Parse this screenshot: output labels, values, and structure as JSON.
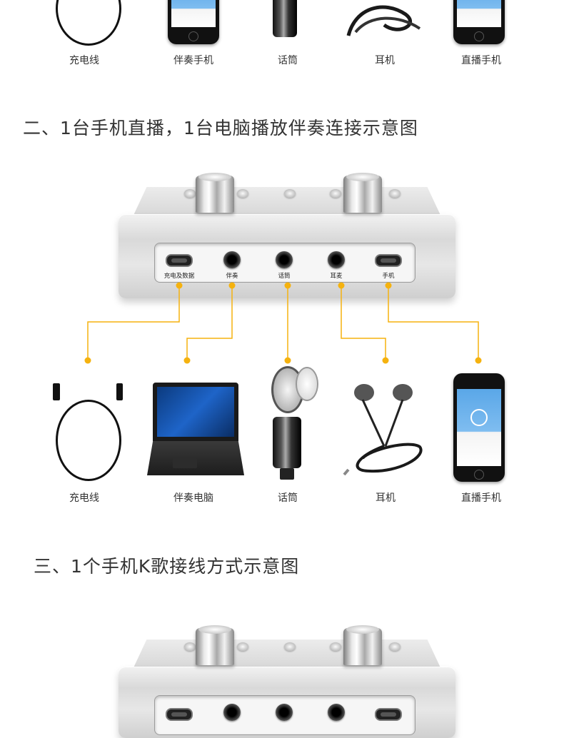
{
  "section1": {
    "items": [
      {
        "label": "充电线"
      },
      {
        "label": "伴奏手机"
      },
      {
        "label": "话筒"
      },
      {
        "label": "耳机"
      },
      {
        "label": "直播手机"
      }
    ]
  },
  "section2": {
    "heading": "二、1台手机直播，1台电脑播放伴奏连接示意图",
    "ports": [
      {
        "label": "充电及数据"
      },
      {
        "label": "伴奏"
      },
      {
        "label": "话筒"
      },
      {
        "label": "耳麦"
      },
      {
        "label": "手机"
      }
    ],
    "items": [
      {
        "label": "充电线"
      },
      {
        "label": "伴奏电脑"
      },
      {
        "label": "话筒"
      },
      {
        "label": "耳机"
      },
      {
        "label": "直播手机"
      }
    ],
    "connector_color": "#f5b20f"
  },
  "section3": {
    "heading": "三、1个手机K歌接线方式示意图"
  },
  "colors": {
    "text": "#333333",
    "device_silver": "#d9d9d9"
  }
}
